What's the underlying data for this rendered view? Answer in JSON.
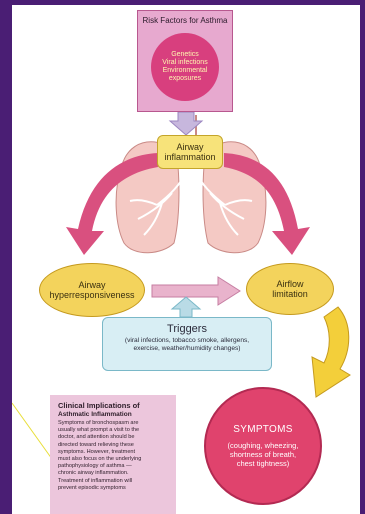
{
  "risk_factors": {
    "title": "Risk Factors for Asthma",
    "items": [
      "Genetics",
      "Viral infections",
      "Environmental",
      "exposures"
    ]
  },
  "airway_inflammation": {
    "line1": "Airway",
    "line2": "inflammation"
  },
  "hyperresponsiveness": {
    "line1": "Airway",
    "line2": "hyperresponsiveness"
  },
  "airflow_limitation": {
    "line1": "Airflow",
    "line2": "limitation"
  },
  "triggers": {
    "title": "Triggers",
    "text_line1": "(viral infections, tobacco smoke, allergens,",
    "text_line2": "exercise, weather/humidity changes)"
  },
  "symptoms": {
    "title": "SYMPTOMS",
    "line1": "(coughing, wheezing,",
    "line2": "shortness of breath,",
    "line3": "chest tightness)"
  },
  "clinical": {
    "title": "Clinical Implications of",
    "subtitle": "Asthmatic Inflammation",
    "body_lines": [
      "Symptoms of bronchospasm are",
      "usually what prompt a visit to the",
      "doctor, and attention should be",
      "directed toward relieving these",
      "symptoms. However, treatment",
      "must also focus on the underlying",
      "pathophysiology of asthma —",
      "chronic airway inflammation.",
      "Treatment of inflammation will",
      "prevent episodic symptoms"
    ]
  },
  "colors": {
    "background": "#4a1e74",
    "arrow_pink": "#d9507f",
    "arrow_yellow": "#f3cf3a",
    "lung": "#f4c9c4"
  }
}
